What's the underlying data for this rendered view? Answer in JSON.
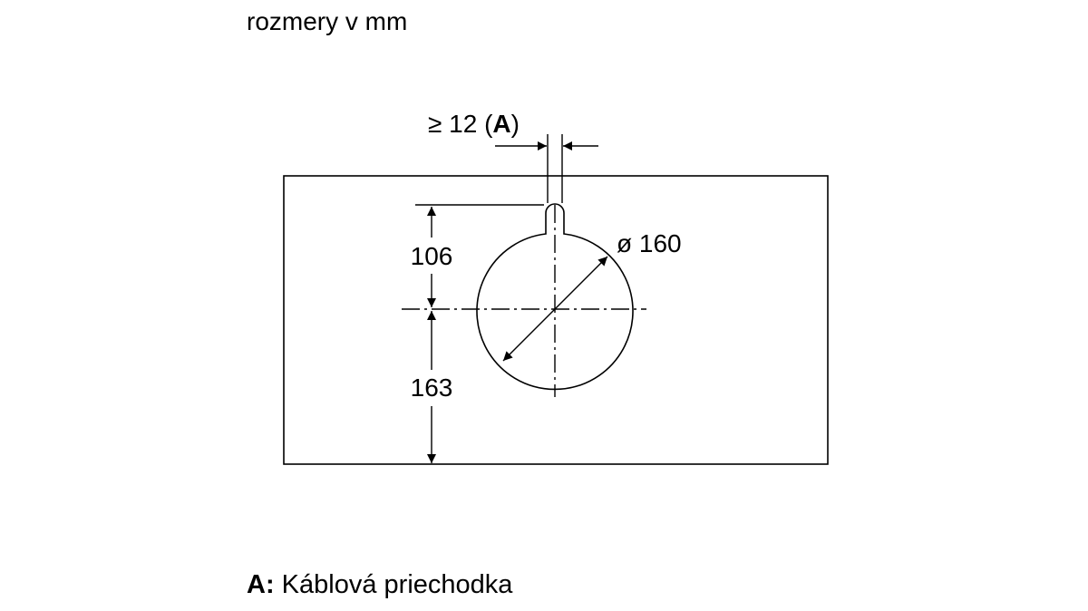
{
  "header": {
    "units_label": "rozmery v mm"
  },
  "dimensions": {
    "gap_prefix": "≥ 12 (",
    "gap_key": "A",
    "gap_suffix": ")",
    "top_to_center": "106",
    "center_to_bottom": "163",
    "diameter": "ø 160"
  },
  "legend": {
    "key": "A:",
    "description": "Káblová priechodka"
  },
  "colors": {
    "line": "#000000",
    "background": "#ffffff"
  }
}
